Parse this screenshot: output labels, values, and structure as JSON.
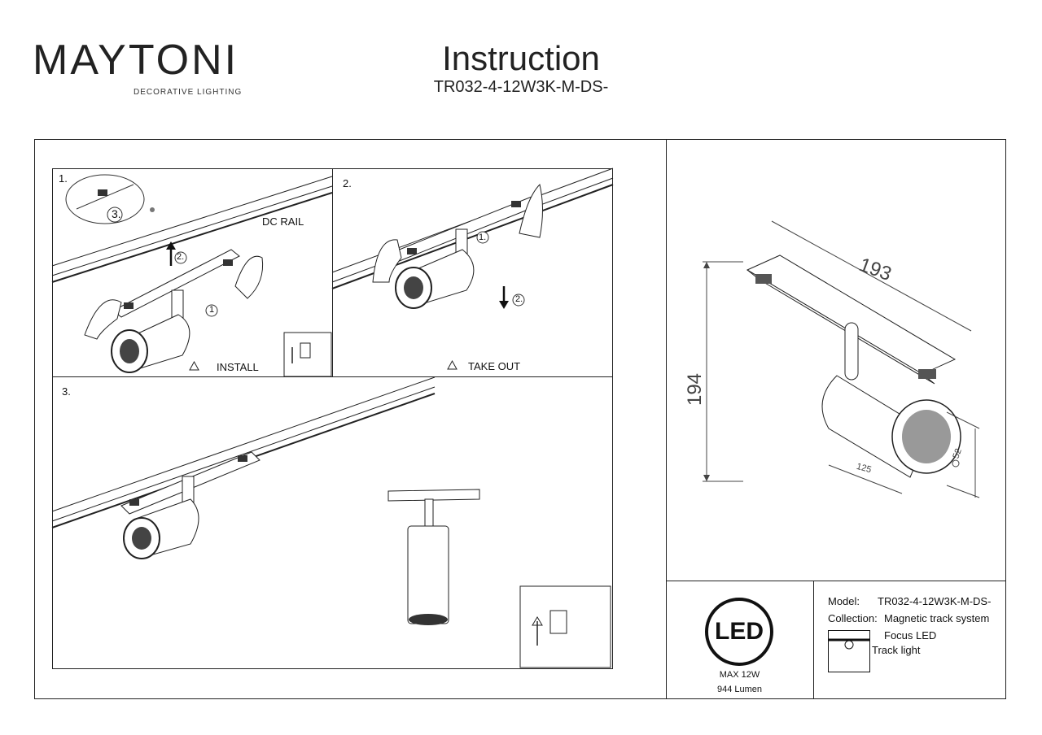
{
  "brand": {
    "name": "MAYTONI",
    "tagline": "DECORATIVE LIGHTING",
    "accent_color": "#5a1e4e"
  },
  "header": {
    "title": "Instruction",
    "model_code": "TR032-4-12W3K-M-DS-"
  },
  "steps": [
    {
      "number": "1.",
      "rail_label": "DC RAIL",
      "callouts": [
        "3.",
        "2.",
        "1"
      ],
      "caption": "INSTALL"
    },
    {
      "number": "2.",
      "callouts": [
        "1.",
        "2."
      ],
      "caption": "TAKE OUT"
    },
    {
      "number": "3."
    }
  ],
  "dimensions": {
    "length": "193",
    "height": "194",
    "body_length": "125",
    "diameter": "52"
  },
  "badge": {
    "icon_text": "LED",
    "power": "MAX 12W",
    "flux": "944 Lumen"
  },
  "specs": {
    "model_label": "Model:",
    "model_value": "TR032-4-12W3K-M-DS-",
    "collection_label": "Collection:",
    "collection_value": "Magnetic track system",
    "series": "Focus LED",
    "type": "Track light"
  }
}
